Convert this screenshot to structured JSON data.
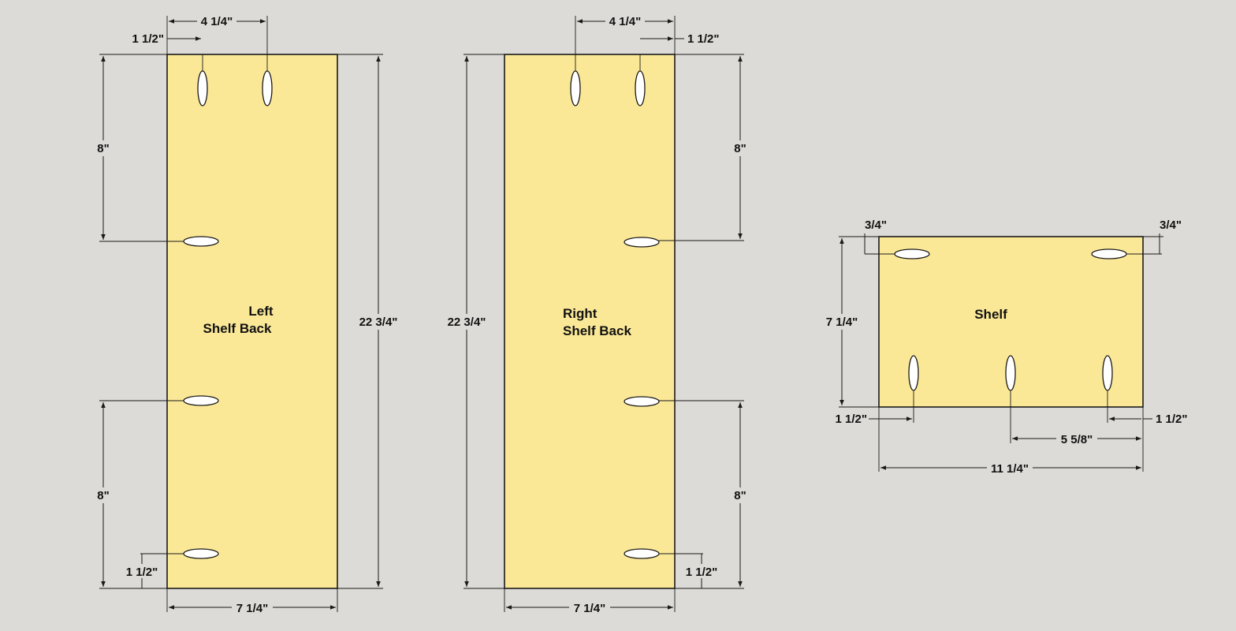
{
  "colors": {
    "background": "#dcdbd7",
    "panel": "#fbe897",
    "hole": "#ffffff",
    "line": "#1a1a1a"
  },
  "panels": {
    "left": {
      "label_line1": "Left",
      "label_line2": "Shelf Back"
    },
    "right": {
      "label_line1": "Right",
      "label_line2": "Shelf Back"
    },
    "shelf": {
      "label": "Shelf"
    }
  },
  "dims": {
    "left_top_spacing": "4 1/4\"",
    "left_top_edge": "1 1/2\"",
    "left_upper_vertical": "8\"",
    "left_lower_vertical": "8\"",
    "left_bottom_edge": "1 1/2\"",
    "left_height": "22 3/4\"",
    "left_width": "7 1/4\"",
    "right_top_spacing": "4 1/4\"",
    "right_top_edge": "1 1/2\"",
    "right_upper_vertical": "8\"",
    "right_lower_vertical": "8\"",
    "right_bottom_edge": "1 1/2\"",
    "right_height": "22 3/4\"",
    "right_width": "7 1/4\"",
    "shelf_left_inset": "3/4\"",
    "shelf_right_inset": "3/4\"",
    "shelf_height": "7 1/4\"",
    "shelf_left_edge": "1 1/2\"",
    "shelf_right_edge": "1 1/2\"",
    "shelf_half": "5 5/8\"",
    "shelf_width": "11 1/4\""
  }
}
